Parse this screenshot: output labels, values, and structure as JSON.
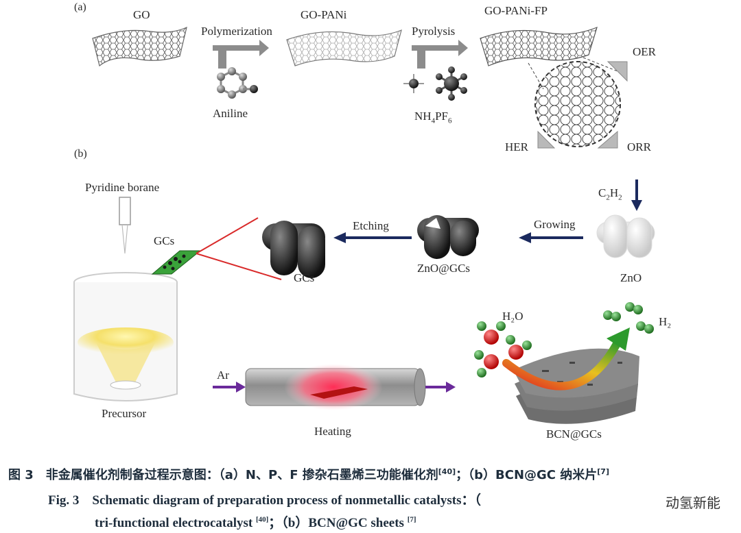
{
  "panel_a": {
    "tag": "(a)",
    "go": "GO",
    "polymerization": "Polymerization",
    "go_pani": "GO-PANi",
    "pyrolysis": "Pyrolysis",
    "go_pani_fp": "GO-PANi-FP",
    "aniline": "Aniline",
    "nh4pf6_pre": "NH",
    "nh4pf6_sub1": "4",
    "nh4pf6_mid": "PF",
    "nh4pf6_sub2": "6",
    "oer": "OER",
    "her": "HER",
    "orr": "ORR"
  },
  "panel_b": {
    "tag": "(b)",
    "pyridine_borane": "Pyridine borane",
    "gcs_leaf": "GCs",
    "etching": "Etching",
    "growing": "Growing",
    "c2h2_pre": "C",
    "c2h2_sub1": "2",
    "c2h2_mid": "H",
    "c2h2_sub2": "2",
    "gcs": "GCs",
    "zno_gcs": "ZnO@GCs",
    "zno": "ZnO",
    "precursor": "Precursor",
    "ar": "Ar",
    "heating": "Heating",
    "h2o": "H₂O",
    "h2": "H₂",
    "bcn_gcs": "BCN@GCs"
  },
  "caption": {
    "cn_line": "图 3　非金属催化剂制备过程示意图：（a）N、P、F 掺杂石墨烯三功能催化剂",
    "cn_ref1": "[40]",
    "cn_mid": "；（b）BCN@GC 纳米片",
    "cn_ref2": "[7]",
    "en_line1": "Fig. 3　Schematic diagram of preparation process of nonmetallic catalysts：（",
    "en_line2": "tri-functional electrocatalyst",
    "en_ref1": "[40]",
    "en_mid": "；（b）BCN@GC sheets",
    "en_ref2": "[7]"
  },
  "watermark": "动氢新能",
  "colors": {
    "arrow_gray": "#8c8c8c",
    "arrow_navy": "#1b2a5e",
    "arrow_purple": "#6a2a9a",
    "etch_line": "#d92a2a",
    "gc_black": "#2b2b2b",
    "sheet_gray": "#8a8a8a",
    "tube_red": "#ff3b5c",
    "water_red": "#d81818",
    "h_green": "#2d8a2d"
  }
}
